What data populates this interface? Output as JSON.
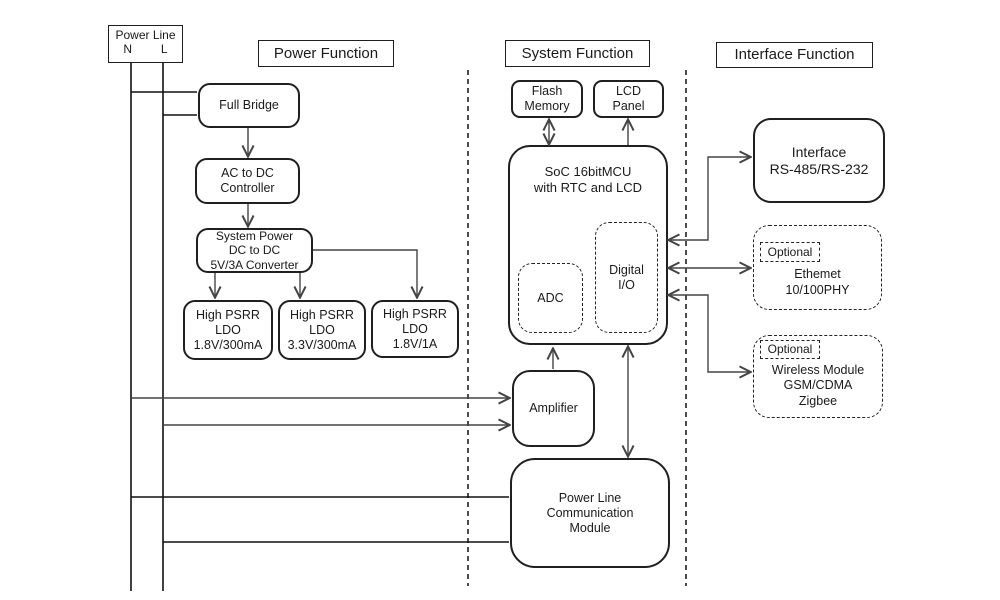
{
  "colors": {
    "border": "#1f1f1f",
    "connector": "#444444",
    "rail": "#111111",
    "background": "#ffffff"
  },
  "power_line_box": {
    "title": "Power Line",
    "neutral_label": "N",
    "live_label": "L"
  },
  "section_headers": {
    "power": "Power Function",
    "system": "System Function",
    "interface": "Interface Function"
  },
  "power_function": {
    "full_bridge": "Full Bridge",
    "ac_dc_controller": "AC to DC\nController",
    "system_power_converter": "System Power\nDC to DC\n5V/3A Converter",
    "ldo_1": "High PSRR\nLDO\n1.8V/300mA",
    "ldo_2": "High PSRR\nLDO\n3.3V/300mA",
    "ldo_3": "High PSRR\nLDO\n1.8V/1A"
  },
  "system_function": {
    "flash_memory": "Flash\nMemory",
    "lcd_panel": "LCD\nPanel",
    "soc": "SoC 16bitMCU\nwith RTC and LCD",
    "adc": "ADC",
    "digital_io": "Digital\nI/O",
    "amplifier": "Amplifier",
    "plc_module": "Power Line\nCommunication\nModule"
  },
  "interface_function": {
    "rs_interface": "Interface\nRS-485/RS-232",
    "optional_label_1": "Optional",
    "optional_label_2": "Optional",
    "ethernet": "Ethemet\n10/100PHY",
    "wireless": "Wireless Module\nGSM/CDMA\nZigbee"
  }
}
